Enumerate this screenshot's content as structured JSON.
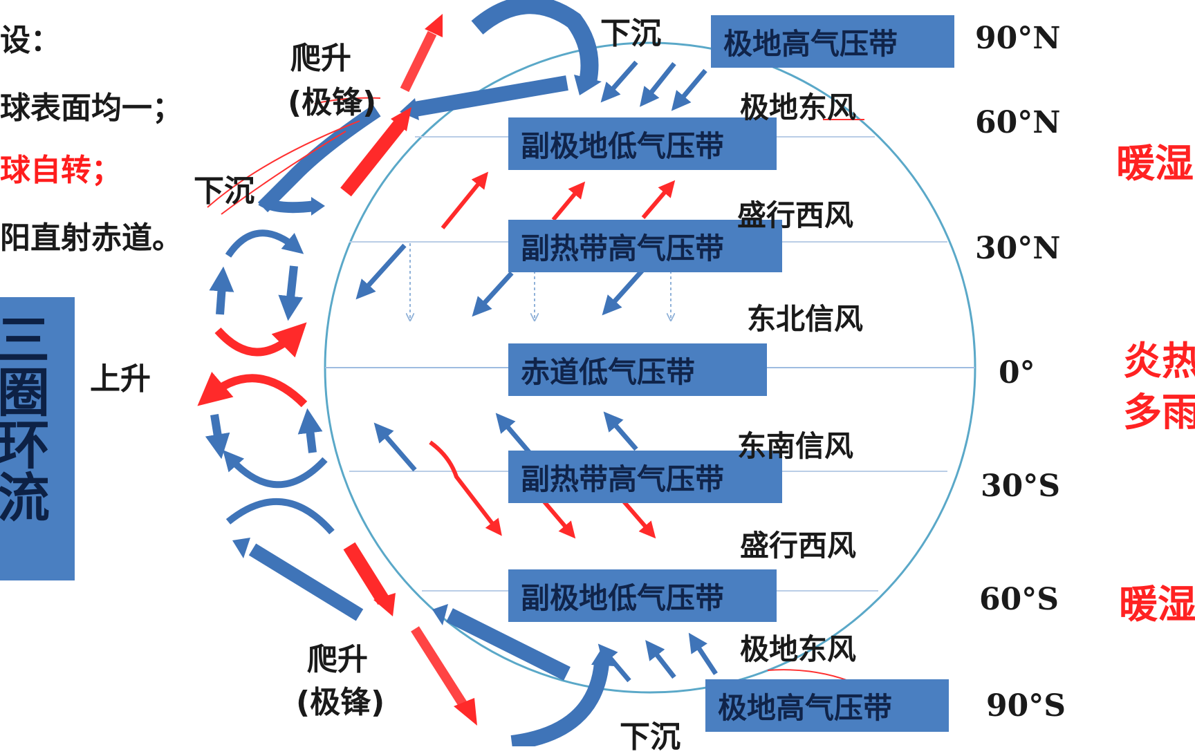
{
  "intro": {
    "line1": "设：",
    "line2": "球表面均一；",
    "line3": "球自转；",
    "line4": "阳直射赤道。"
  },
  "title": "三圈环流",
  "pressure_belts": {
    "north_polar_high": "极地高气压带",
    "north_subpolar_low": "副极地低气压带",
    "north_subtropical_high": "副热带高气压带",
    "equatorial_low": "赤道低气压带",
    "south_subtropical_high": "副热带高气压带",
    "south_subpolar_low": "副极地低气压带",
    "south_polar_high": "极地高气压带"
  },
  "winds": {
    "north_polar_easterlies": "极地东风",
    "north_westerlies": "盛行西风",
    "ne_trades": "东北信风",
    "se_trades": "东南信风",
    "south_westerlies": "盛行西风",
    "south_polar_easterlies": "极地东风"
  },
  "latitudes": {
    "n90": "90°N",
    "n60": "60°N",
    "n30": "30°N",
    "eq": "0°",
    "s30": "30°S",
    "s60": "60°S",
    "s90": "90°S"
  },
  "motion_labels": {
    "climb_top": "爬升",
    "front_top": "(极锋)",
    "sink_top": "下沉",
    "sink_left": "下沉",
    "rise": "上升",
    "climb_bottom": "爬升",
    "front_bottom": "(极锋)",
    "sink_bottom": "下沉"
  },
  "climate": {
    "north_mid": "暖湿",
    "equator_line1": "炎热",
    "equator_line2": "多雨",
    "south_mid": "暖湿"
  },
  "colors": {
    "belt": "#4a7fc1",
    "arrow_blue": "#3f74b8",
    "arrow_red": "#ff2a2a",
    "globe": "#5aa8c8"
  }
}
